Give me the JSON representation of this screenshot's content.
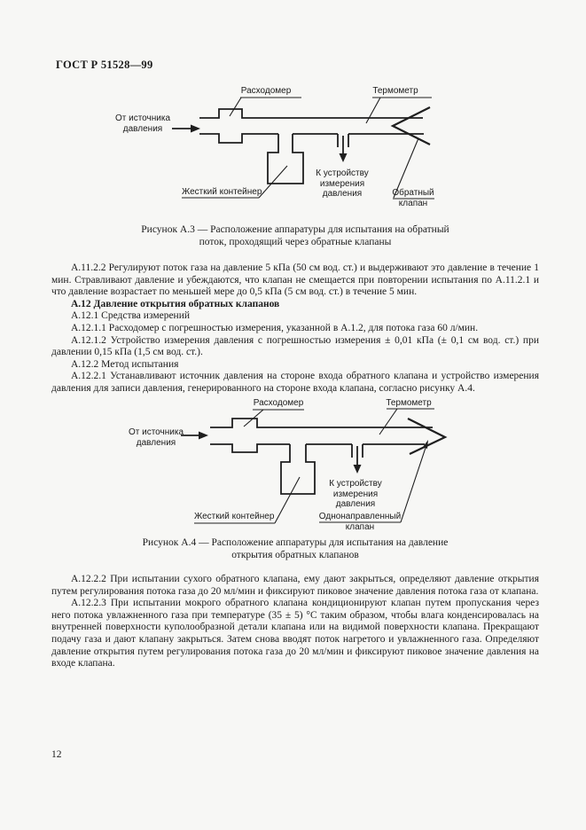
{
  "doc": {
    "title": "ГОСТ Р 51528—99",
    "page_number": "12"
  },
  "figure_a3": {
    "labels": {
      "flow_meter": "Расходомер",
      "thermometer": "Термометр",
      "source": [
        "От источника",
        "давления"
      ],
      "container": "Жесткий контейнер",
      "pressure_device": [
        "К устройству",
        "измерения",
        "давления"
      ],
      "valve": [
        "Обратный",
        "клапан"
      ]
    },
    "caption": [
      "Рисунок А.3 — Расположение аппаратуры для испытания на обратный",
      "поток, проходящий через обратные клапаны"
    ]
  },
  "figure_a4": {
    "labels": {
      "flow_meter": "Расходомер",
      "thermometer": "Термометр",
      "source": [
        "От источника",
        "давления"
      ],
      "container": "Жесткий контейнер",
      "pressure_device": [
        "К устройству",
        "измерения",
        "давления"
      ],
      "valve": [
        "Однонаправленный",
        "клапан"
      ]
    },
    "caption": [
      "Рисунок А.4 — Расположение аппаратуры для испытания на давление",
      "открытия обратных клапанов"
    ]
  },
  "text_block_1": [
    "А.11.2.2 Регулируют поток газа на давление 5 кПа (50 см вод. ст.) и выдерживают это давление в течение 1 мин. Стравливают давление и убеждаются, что клапан не смещается при повторении испытания по А.11.2.1 и что давление возрастает по меньшей мере до 0,5 кПа (5 см вод. ст.) в течение 5 мин.",
    "А.12 Давление открытия обратных клапанов",
    "А.12.1 Средства измерений",
    "А.12.1.1 Расходомер с погрешностью измерения, указанной в А.1.2, для потока газа 60 л/мин.",
    "А.12.1.2 Устройство измерения давления с погрешностью измерения ± 0,01 кПа (± 0,1 см вод. ст.) при давлении 0,15 кПа (1,5 см вод. ст.).",
    "А.12.2 Метод испытания",
    "А.12.2.1 Устанавливают источник давления на стороне входа обратного клапана и устройство измерения давления для записи давления, генерированного на стороне входа клапана, согласно рисунку А.4."
  ],
  "text_block_2": [
    "А.12.2.2 При испытании сухого обратного клапана, ему дают закрыться, определяют давление открытия путем регулирования потока газа  до 20 мл/мин и фиксируют пиковое значение давления потока газа от клапана.",
    "А.12.2.3 При испытании мокрого обратного клапана  кондиционируют клапан путем пропускания через него потока увлажненного газа при температуре (35 ± 5) °С таким образом, чтобы влага конденсировалась на внутренней поверхности куполообразной детали клапана или на видимой поверхности клапана. Прекращают подачу газа и дают клапану закрыться. Затем снова вводят поток нагретого и увлажненного газа.  Определяют давление открытия путем регулирования потока газа до 20 мл/мин и фиксируют пиковое значение давления на входе клапана."
  ]
}
